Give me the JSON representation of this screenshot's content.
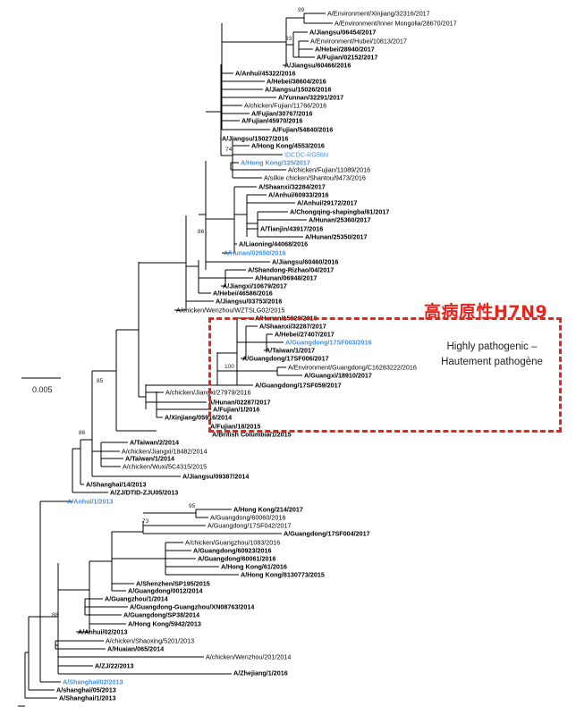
{
  "scale_bar": {
    "label": "0.005"
  },
  "highlight": {
    "title": "高病原性H7N9",
    "note_line1": "Highly pathogenic –",
    "note_line2": "Hautement pathogène",
    "color": "#e8241c"
  },
  "colors": {
    "reference_strain": "#4a8fd4",
    "branch": "#000000"
  },
  "taxa": [
    "A/Environment/Xinjiang/32316/2017",
    "A/Environment/Inner Mongolia/28670/2017",
    "A/Jiangsu/06454/2017",
    "A/Environment/Hubei/10813/2017",
    "A/Hebei/28940/2017",
    "A/Fujian/02152/2017",
    "A/Jiangsu/60466/2016",
    "A/Anhui/45322/2016",
    "A/Hebei/38604/2016",
    "A/Jiangsu/15026/2016",
    "A/Yunnan/32291/2017",
    "A/chicken/Fujian/11766/2016",
    "A/Fujian/30767/2016",
    "A/Fujian/45970/2016",
    "A/Fujian/54840/2016",
    "A/Jiangsu/15027/2016",
    "A/Hong Kong/4553/2016",
    "IDCDC-RG56N",
    "A/Hong Kong/125/2017",
    "A/chicken/Fujian/11089/2016",
    "A/silkie chicken/Shantou/9473/2016",
    "A/Shaanxi/32284/2017",
    "A/Anhui/60933/2016",
    "A/Anhui/29172/2017",
    "A/Chongqing-shapingba/61/2017",
    "A/Hunan/25360/2017",
    "A/Tianjin/43917/2016",
    "A/Hunan/25350/2017",
    "A/Liaoning/44068/2016",
    "A/Hunan/02650/2016",
    "A/Jiangsu/60460/2016",
    "A/Shandong-Rizhao/04/2017",
    "A/Hunan/06948/2017",
    "A/Jiangxi/10679/2017",
    "A/Hebei/46586/2016",
    "A/Jiangsu/03753/2016",
    "A/chicken/Wenzhou/WZTSLG02/2015",
    "A/Hunan/15020/2016",
    "A/Shaanxi/32287/2017",
    "A/Hebei/27407/2017",
    "A/Guangdong/17SF003/2016",
    "A/Taiwan/1/2017",
    "A/Guangdong/17SF006/2017",
    "A/Environment/Guangdong/C16283222/2016",
    "A/Guangxi/18910/2017",
    "A/Guangdong/17SF059/2017",
    "A/chicken/Jiangxi/27979/2016",
    "A/Hunan/02287/2017",
    "A/Fujian/1/2016",
    "A/Xinjiang/05916/2014",
    "A/Fujian/18/2015",
    "A/British Columbia/1/2015",
    "A/Taiwan/2/2014",
    "A/chicken/Jiangxi/18482/2014",
    "A/Taiwan/1/2014",
    "A/chicken/Wuxi/5C4315/2015",
    "A/Jiangsu/09387/2014",
    "A/Shanghai/14/2013",
    "A/ZJ/DTID-ZJU05/2013",
    "A/Anhui/1/2013",
    "A/Hong Kong/214/2017",
    "A/Guangdong/60060/2016",
    "A/Guangdong/17SF042/2017",
    "A/Guangdong/17SF004/2017",
    "A/chicken/Guangzhou/1083/2016",
    "A/Guangdong/60923/2016",
    "A/Guangdong/60061/2016",
    "A/Hong Kong/61/2016",
    "A/Hong Kong/8130773/2015",
    "A/Shenzhen/SP195/2015",
    "A/Guangdong/0012/2014",
    "A/Guangzhou/1/2014",
    "A/Guangdong-Guangzhou/XN08763/2014",
    "A/Guangdong/SP38/2014",
    "A/Hong Kong/5942/2013",
    "A/Anhui/02/2013",
    "A/chicken/Shaoxing/5201/2013",
    "A/Huaian/065/2014",
    "A/chicken/Wenzhou/201/2014",
    "A/ZJ/22/2013",
    "A/Zhejiang/1/2016",
    "A/Shanghai/02/2013",
    "A/shanghai/05/2013",
    "A/Shanghai/1/2013"
  ],
  "bootstrap": [
    "99",
    "93",
    "74",
    "86",
    "100",
    "85",
    "86",
    "95",
    "73",
    "88"
  ]
}
